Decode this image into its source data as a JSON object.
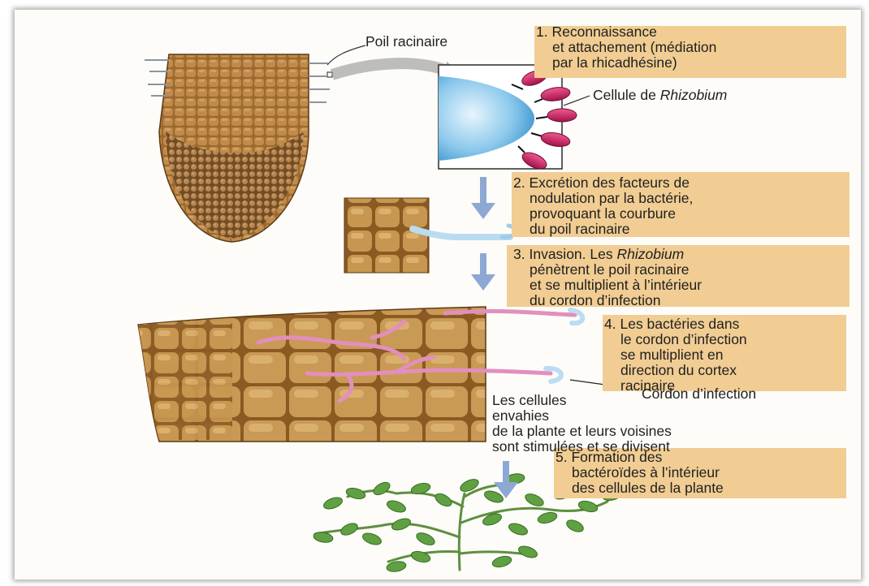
{
  "labels": {
    "poil_racinaire": "Poil racinaire",
    "cellule_rhizobium_prefix": "Cellule de ",
    "cellule_rhizobium_italic": "Rhizobium",
    "cordon_infection": "Cordon d’infection",
    "les_cellules_line1": "Les cellules",
    "les_cellules_line2": "envahies",
    "les_cellules_line3": "de la plante et leurs voisines",
    "les_cellules_line4": "sont stimulées et se divisent"
  },
  "steps": [
    {
      "number": "1.",
      "lines": [
        "Reconnaissance",
        "et attachement (médiation",
        "par la rhicadhésine)"
      ]
    },
    {
      "number": "2.",
      "lines": [
        "Excrétion des facteurs de",
        "nodulation par la bactérie,",
        "provoquant la courbure",
        "du poil racinaire"
      ]
    },
    {
      "number": "3.",
      "line1_prefix": "Invasion. Les ",
      "line1_italic": "Rhizobium",
      "lines": [
        "pénètrent le poil racinaire",
        "et se multiplient à l’intérieur",
        "du cordon d’infection"
      ]
    },
    {
      "number": "4.",
      "lines": [
        "Les bactéries dans",
        "le cordon d’infection",
        "se multiplient en",
        "direction du cortex",
        "racinaire"
      ]
    },
    {
      "number": "5.",
      "lines": [
        "Formation des",
        "bactéroïdes à l’intérieur",
        "des cellules de la plante"
      ]
    }
  ],
  "colors": {
    "band": "#f1cd93",
    "arrow": "#8ea8d4",
    "root_brown": "#a06a2c",
    "cell_tan": "#c99a55",
    "rhizobium": "#c2185b",
    "plant_green": "#5a9a3a"
  }
}
